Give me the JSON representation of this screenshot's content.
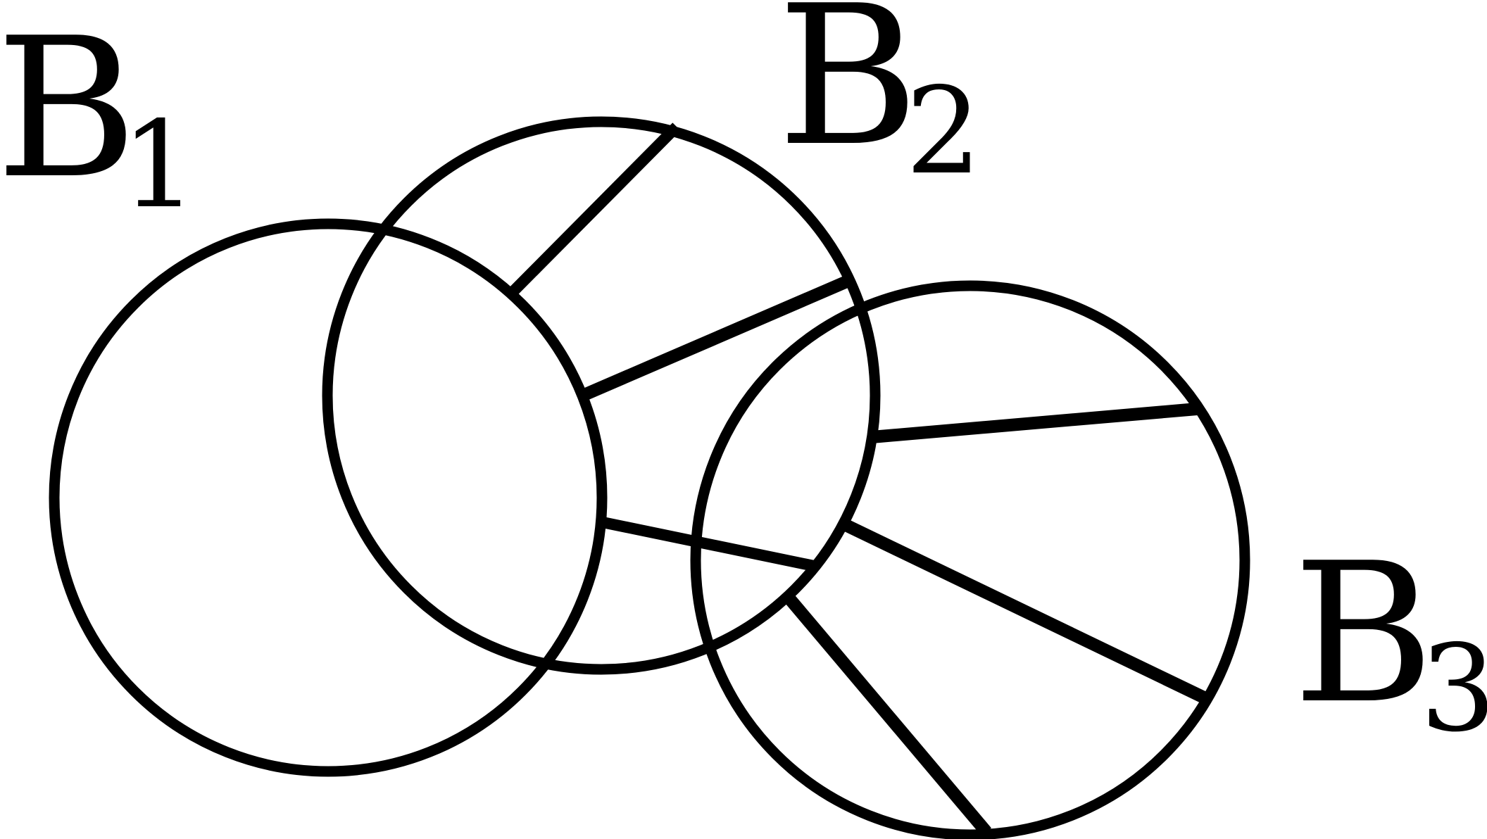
{
  "labels": {
    "b1": {
      "main": "B",
      "sub": "1"
    },
    "b2": {
      "main": "B",
      "sub": "2"
    },
    "b3": {
      "main": "B",
      "sub": "3"
    }
  },
  "colors": {
    "stroke": "#000000",
    "background": "#ffffff"
  }
}
